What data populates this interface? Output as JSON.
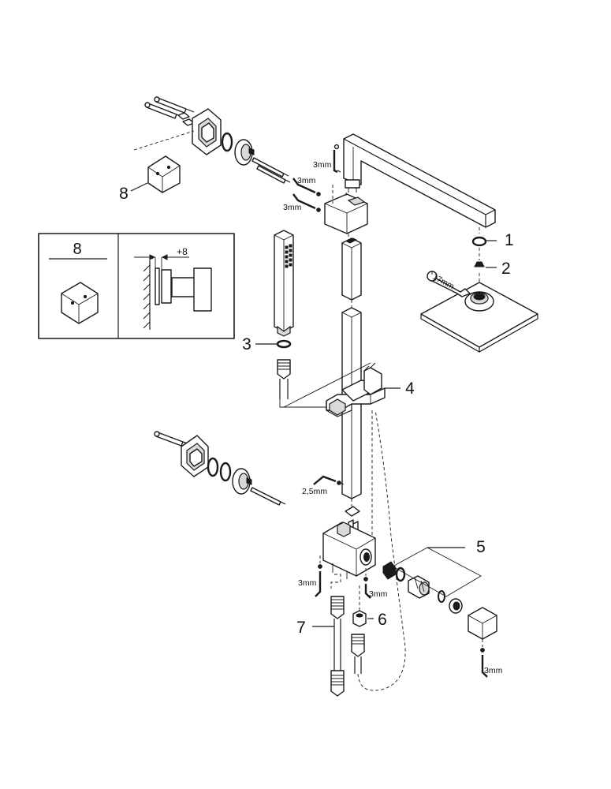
{
  "callouts": {
    "c1": "1",
    "c2": "2",
    "c3": "3",
    "c4": "4",
    "c5": "5",
    "c6": "6",
    "c7": "7",
    "c8": "8"
  },
  "dimensions": {
    "hex_top_1": "3mm",
    "hex_top_2": "3mm",
    "hex_top_3": "3mm",
    "wrench": "17mm",
    "hex_slider": "2,5mm",
    "hex_bottom_left": "3mm",
    "hex_bottom_mid": "3mm",
    "hex_bottom_right": "3mm"
  },
  "inset": {
    "part_number": "8",
    "offset_label": "+8"
  }
}
